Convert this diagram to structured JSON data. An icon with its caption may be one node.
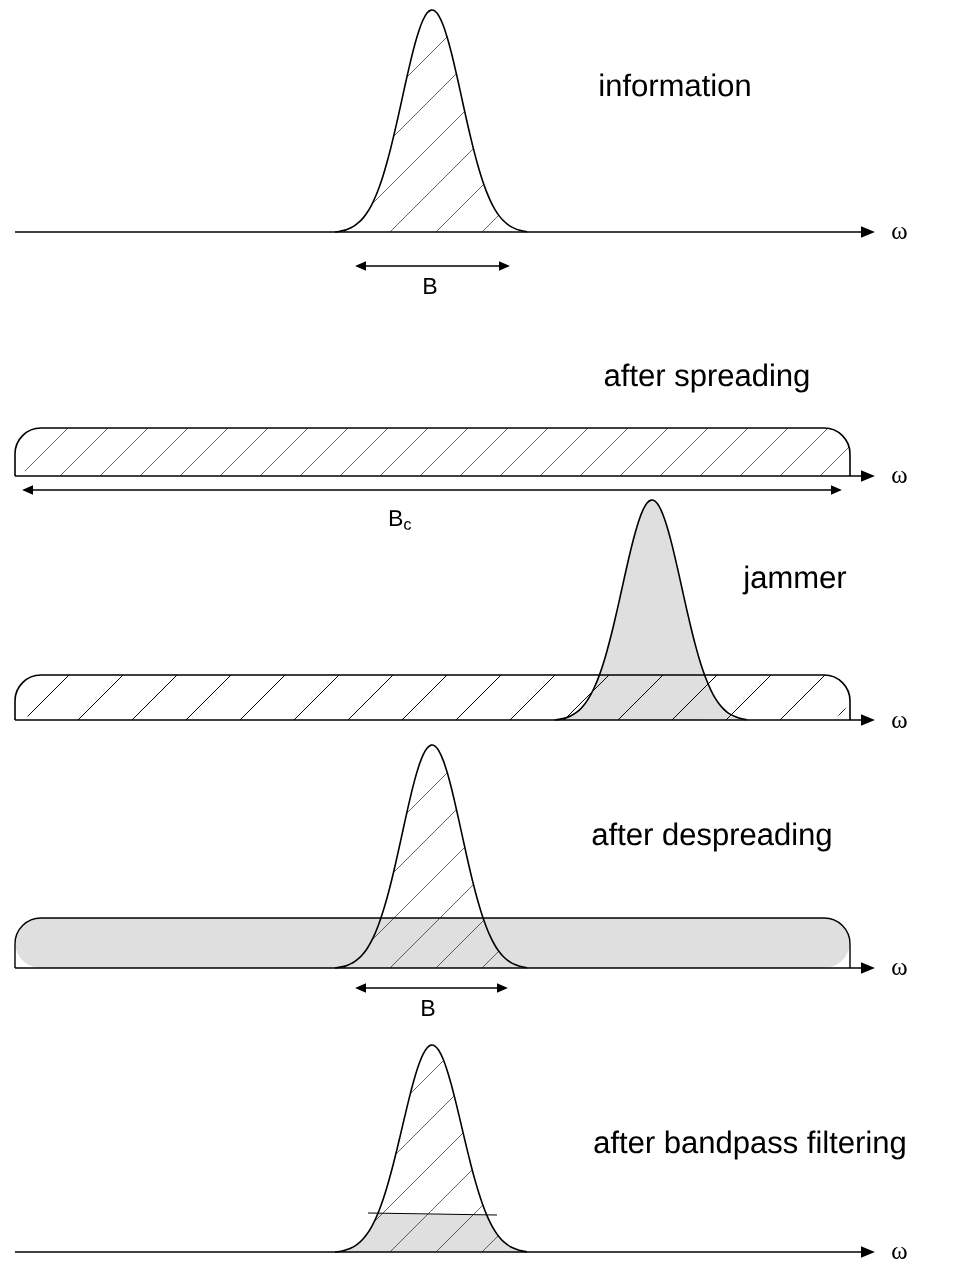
{
  "diagram": {
    "labels": [
      "information",
      "ω",
      "B",
      "after spreading",
      "ω",
      "B$_{c}$",
      "jammer",
      "ω",
      "after despreading",
      "ω",
      "B",
      "after bandpass filtering",
      "ω"
    ]
  }
}
